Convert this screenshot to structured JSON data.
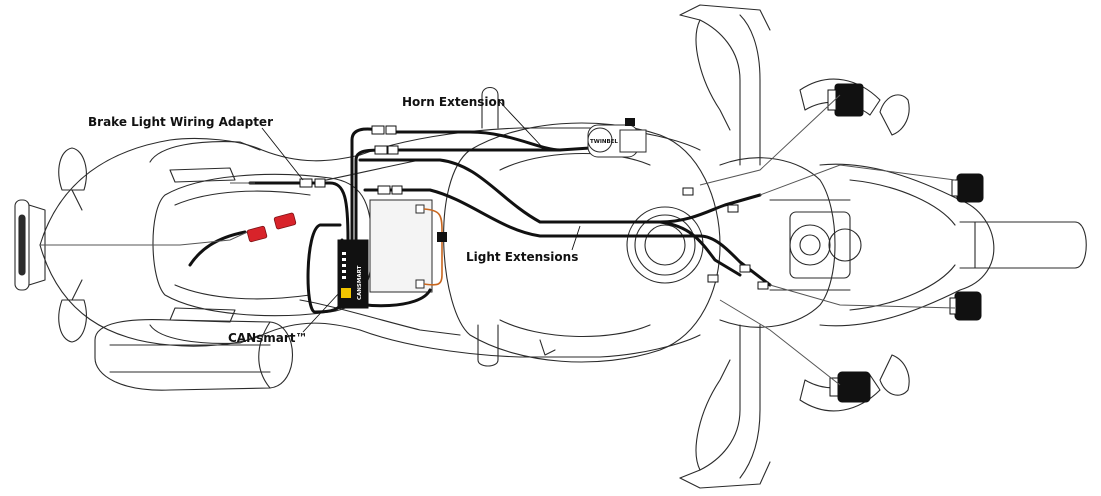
{
  "labels": {
    "horn_extension": "Horn Extension",
    "brake_light_adapter": "Brake Light Wiring Adapter",
    "light_extensions": "Light Extensions",
    "cansmart": "CANsmart™"
  },
  "module": {
    "brand_text": "CANSMART",
    "horn_brand_text": "TWINBEL"
  },
  "colors": {
    "outline": "#2b2b2b",
    "harness": "#111111",
    "connector_red": "#d8232a",
    "orange_wire": "#c8661e",
    "battery_fill": "#f4f4f4",
    "logo_yellow": "#f2c500"
  }
}
